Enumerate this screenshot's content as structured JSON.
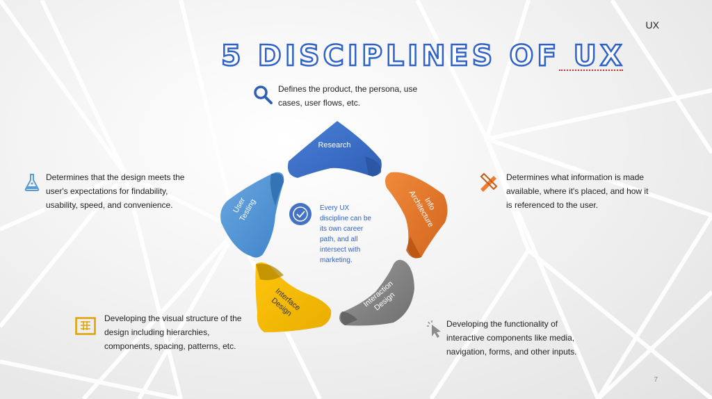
{
  "header": {
    "topic": "UX",
    "title": "5 Disciplines of UX"
  },
  "center": {
    "text": "Every UX discipline can be its own career path, and all intersect with marketing."
  },
  "disciplines": [
    {
      "label": "Research",
      "color": "#4472c4",
      "description": "Defines the product, the persona, use cases, user flows, etc.",
      "icon": "magnifier-icon"
    },
    {
      "label": "Info Architecture",
      "color": "#ed7d31",
      "description": "Determines what information is made available, where it's placed, and how it is referenced to the user.",
      "icon": "pencil-ruler-icon"
    },
    {
      "label": "Interaction Design",
      "color": "#8c8c8c",
      "description": "Developing the functionality of interactive components like media, navigation, forms, and other inputs.",
      "icon": "cursor-click-icon"
    },
    {
      "label": "Interface Design",
      "color": "#ffc000",
      "description": "Developing the visual structure of the design including hierarchies, components, spacing, patterns, etc.",
      "icon": "grid-layout-icon"
    },
    {
      "label": "User Testing",
      "color": "#5b9bd5",
      "description": "Determines that the design meets the user's expectations for findability, usability, speed, and convenience.",
      "icon": "flask-icon"
    }
  ],
  "footer": {
    "page": "7"
  }
}
